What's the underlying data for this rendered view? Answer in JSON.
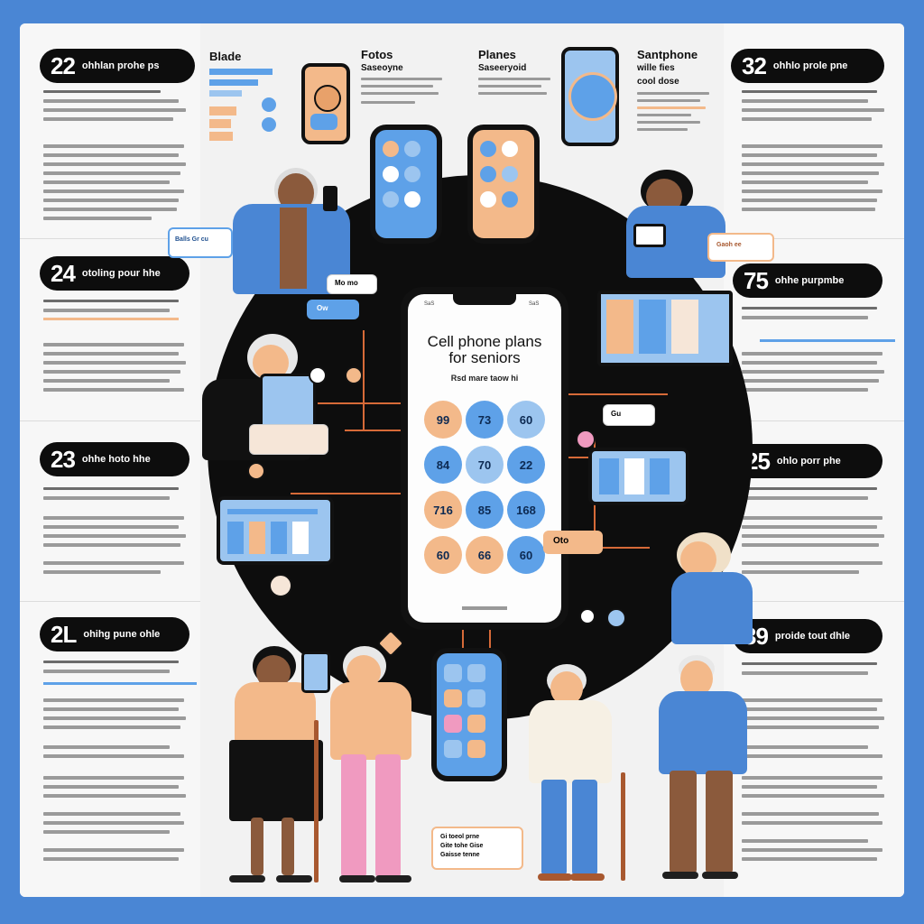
{
  "badges": {
    "tl": {
      "num": "22",
      "label": "ohhlan prohe ps"
    },
    "tr": {
      "num": "32",
      "label": "ohhlo prole pne"
    },
    "ml": {
      "num": "24",
      "label": "otoling pour hhe"
    },
    "mr": {
      "num": "75",
      "label": "ohhe purpmbe"
    },
    "ll": {
      "num": "23",
      "label": "ohhe hoto hhe"
    },
    "lr": {
      "num": "25",
      "label": "ohlo porr phe"
    },
    "bl": {
      "num": "2L",
      "label": "ohihg pune ohle"
    },
    "br": {
      "num": "39",
      "label": "proide tout dhle"
    }
  },
  "headers": {
    "blade": {
      "title": "Blade"
    },
    "fotos": {
      "title": "Fotos",
      "sub": "Saseoyne"
    },
    "planes": {
      "title": "Planes",
      "sub": "Saseeryoid"
    },
    "smartphone": {
      "title": "Santphone",
      "sub": "wille fies",
      "sub2": "cool dose"
    }
  },
  "main_phone": {
    "status_left": "SaS",
    "status_right": "SaS",
    "title_line1": "Cell phone plans",
    "title_line2": "for seniors",
    "subtitle": "Rsd mare taow hi"
  },
  "coins": [
    {
      "text": "99",
      "color": "orange"
    },
    {
      "text": "73",
      "color": "blue"
    },
    {
      "text": "60",
      "color": "lblue"
    },
    {
      "text": "84",
      "color": "blue"
    },
    {
      "text": "70",
      "color": "lblue"
    },
    {
      "text": "22",
      "color": "blue"
    },
    {
      "text": "716",
      "color": "orange"
    },
    {
      "text": "85",
      "color": "blue"
    },
    {
      "text": "168",
      "color": "blue"
    },
    {
      "text": "60",
      "color": "orange"
    },
    {
      "text": "66",
      "color": "orange"
    },
    {
      "text": "60",
      "color": "blue"
    }
  ],
  "bubbles": {
    "left": "Balls Gr cu",
    "right": "Gaoh ee",
    "bottom_line1": "Gi toeol prne",
    "bottom_line2": "Gite tohe Gise",
    "bottom_line3": "Gaisse tenne",
    "card_1": "Mo mo",
    "card_2": "Ow",
    "mid_label": "Gu",
    "oto": "Oto"
  },
  "colors": {
    "page": "#4a86d4",
    "card": "#f2f2f2",
    "circle": "#0d0d0d",
    "accent_blue": "#5ea1e8",
    "accent_orange": "#f3b98a",
    "wire": "#d66a38"
  }
}
